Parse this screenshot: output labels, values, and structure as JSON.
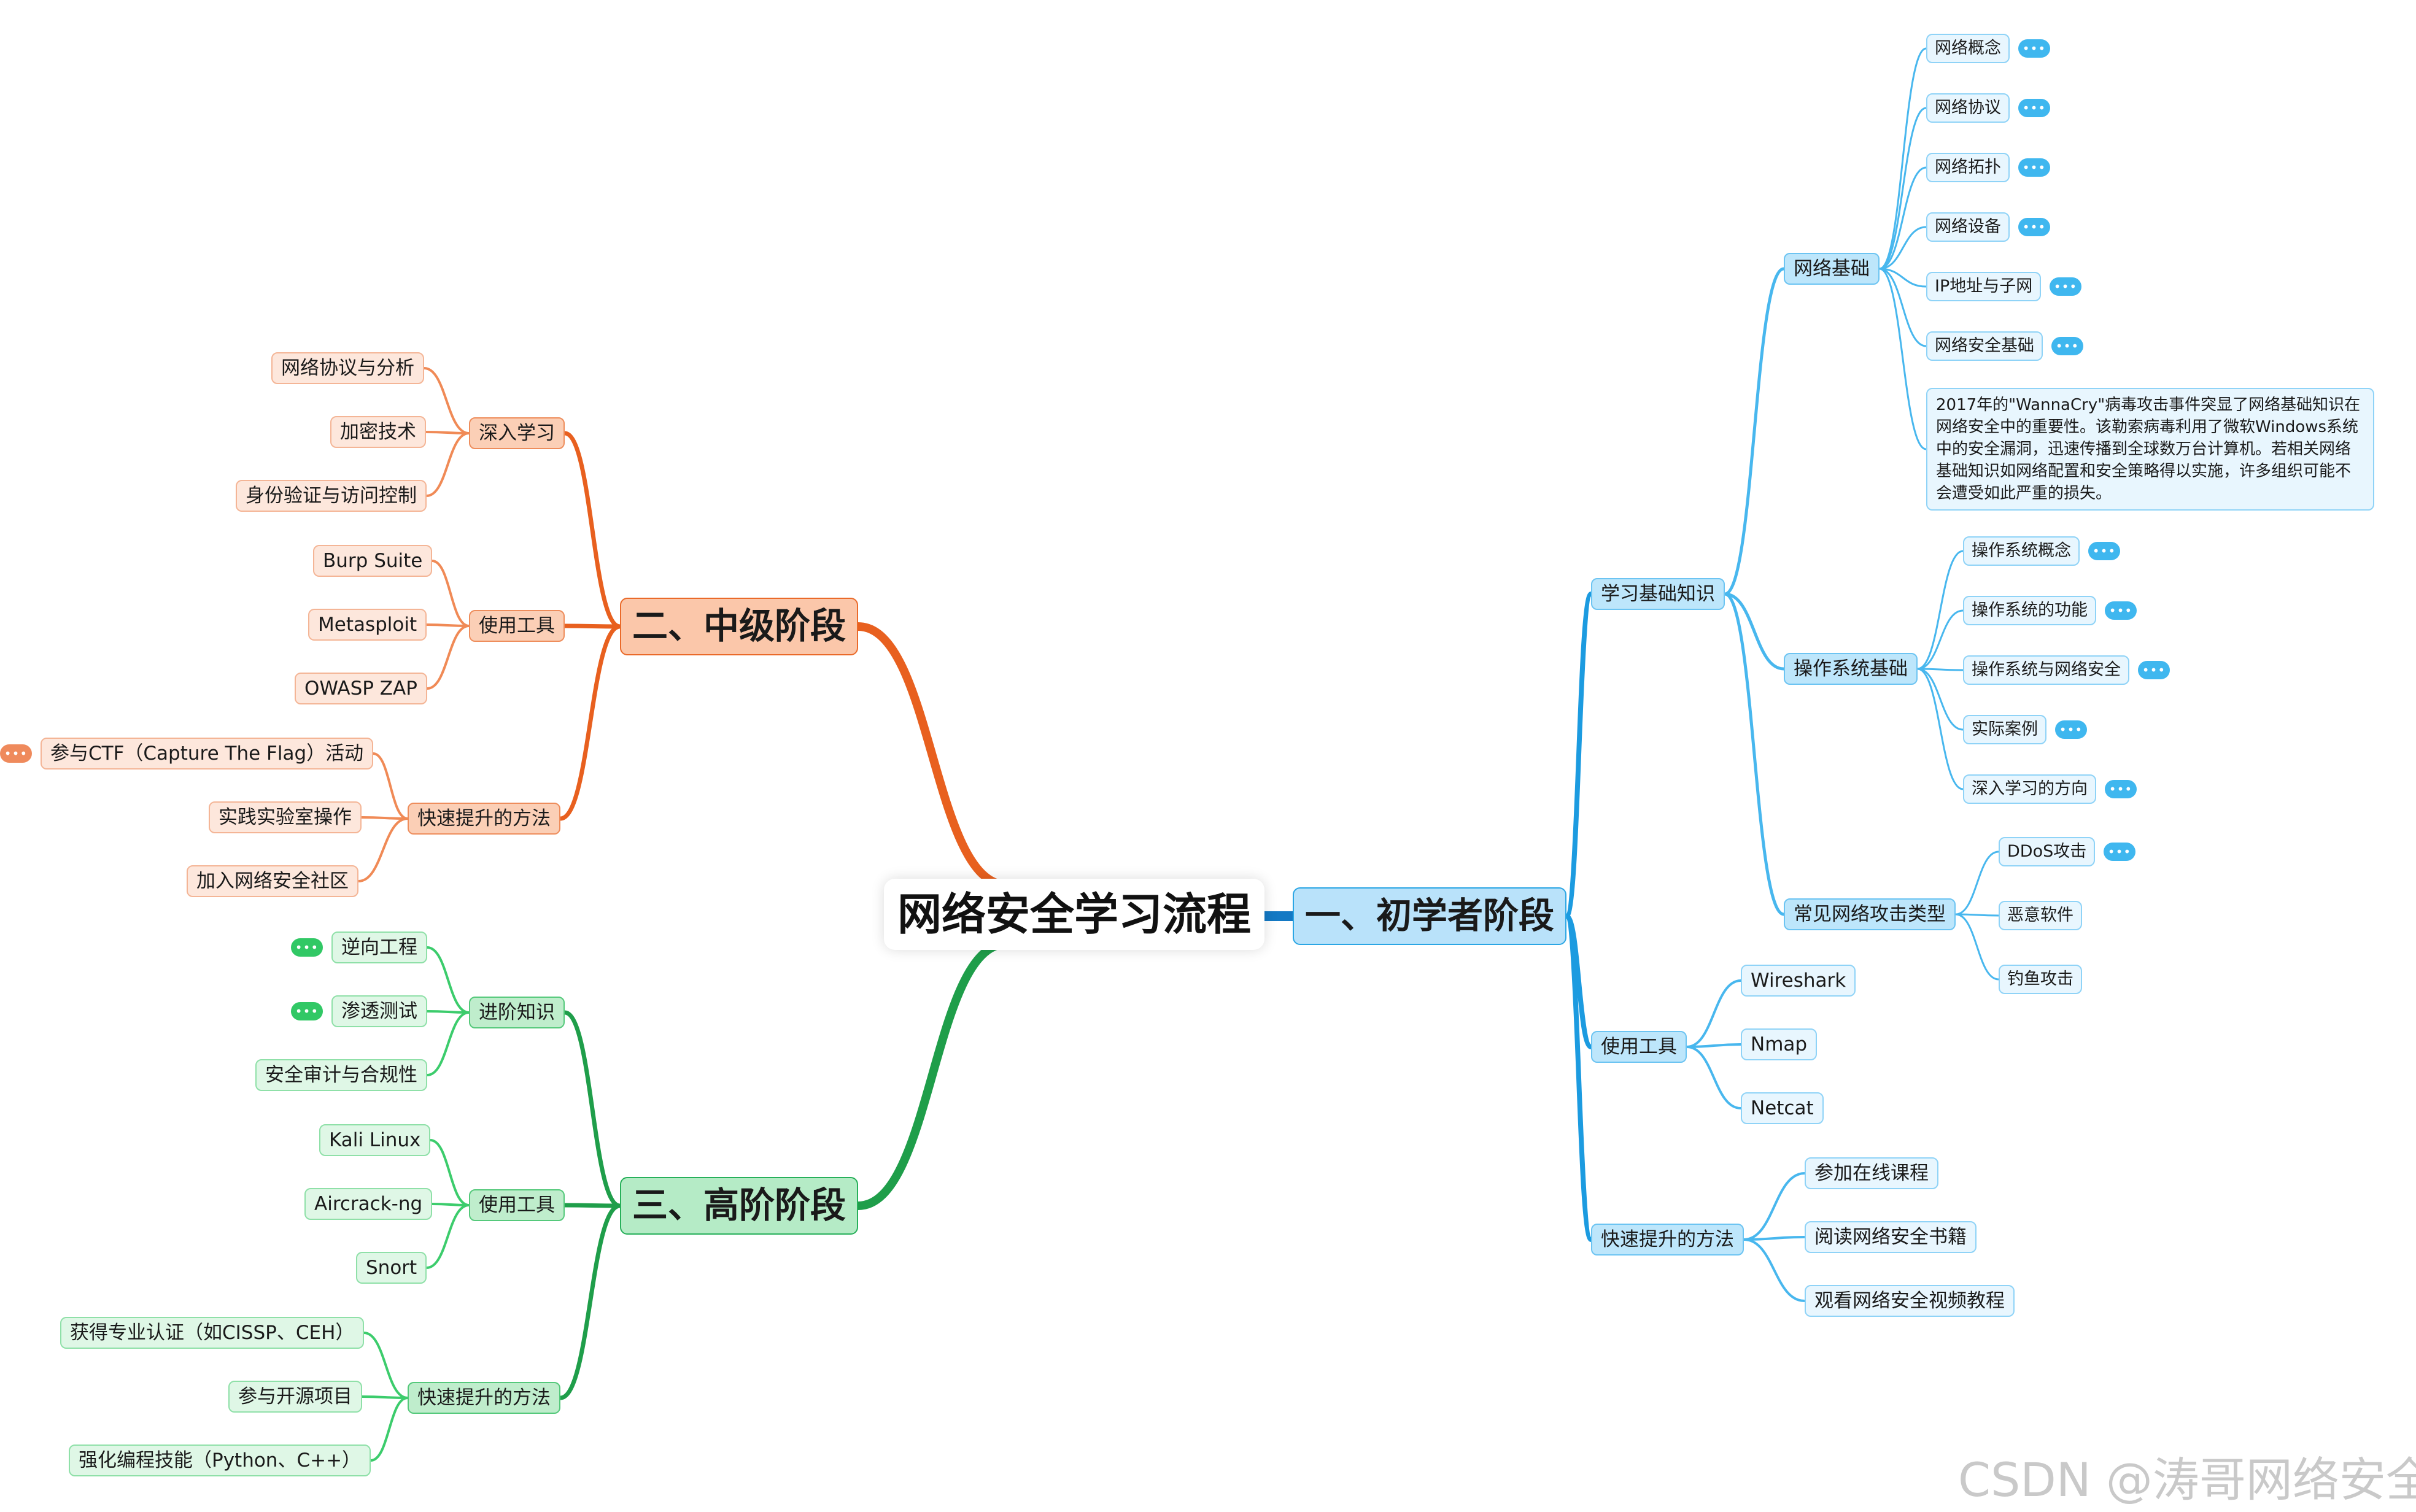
{
  "root": "网络安全学习流程",
  "branches": {
    "beginner": {
      "title": "一、初学者阶段",
      "color": "#1c9be0",
      "basics": {
        "label": "学习基础知识",
        "network": {
          "label": "网络基础",
          "items": [
            "网络概念",
            "网络协议",
            "网络拓扑",
            "网络设备",
            "IP地址与子网",
            "网络安全基础"
          ],
          "note": "2017年的\"WannaCry\"病毒攻击事件突显了网络基础知识在网络安全中的重要性。该勒索病毒利用了微软Windows系统中的安全漏洞，迅速传播到全球数万台计算机。若相关网络基础知识如网络配置和安全策略得以实施，许多组织可能不会遭受如此严重的损失。"
        },
        "os": {
          "label": "操作系统基础",
          "items": [
            "操作系统概念",
            "操作系统的功能",
            "操作系统与网络安全",
            "实际案例",
            "深入学习的方向"
          ]
        },
        "attacks": {
          "label": "常见网络攻击类型",
          "items": [
            "DDoS攻击",
            "恶意软件",
            "钓鱼攻击"
          ]
        }
      },
      "tools": {
        "label": "使用工具",
        "items": [
          "Wireshark",
          "Nmap",
          "Netcat"
        ]
      },
      "methods": {
        "label": "快速提升的方法",
        "items": [
          "参加在线课程",
          "阅读网络安全书籍",
          "观看网络安全视频教程"
        ]
      }
    },
    "intermediate": {
      "title": "二、中级阶段",
      "color": "#e8601f",
      "deep": {
        "label": "深入学习",
        "items": [
          "网络协议与分析",
          "加密技术",
          "身份验证与访问控制"
        ]
      },
      "tools": {
        "label": "使用工具",
        "items": [
          "Burp Suite",
          "Metasploit",
          "OWASP ZAP"
        ]
      },
      "methods": {
        "label": "快速提升的方法",
        "items": [
          "参与CTF（Capture The Flag）活动",
          "实践实验室操作",
          "加入网络安全社区"
        ]
      }
    },
    "advanced": {
      "title": "三、高阶阶段",
      "color": "#1f9e4a",
      "knowledge": {
        "label": "进阶知识",
        "items": [
          "逆向工程",
          "渗透测试",
          "安全审计与合规性"
        ]
      },
      "tools": {
        "label": "使用工具",
        "items": [
          "Kali Linux",
          "Aircrack-ng",
          "Snort"
        ]
      },
      "methods": {
        "label": "快速提升的方法",
        "items": [
          "获得专业认证（如CISSP、CEH）",
          "参与开源项目",
          "强化编程技能（Python、C++）"
        ]
      }
    }
  },
  "more_icon": "•••",
  "watermark": "CSDN @涛哥网络安全"
}
